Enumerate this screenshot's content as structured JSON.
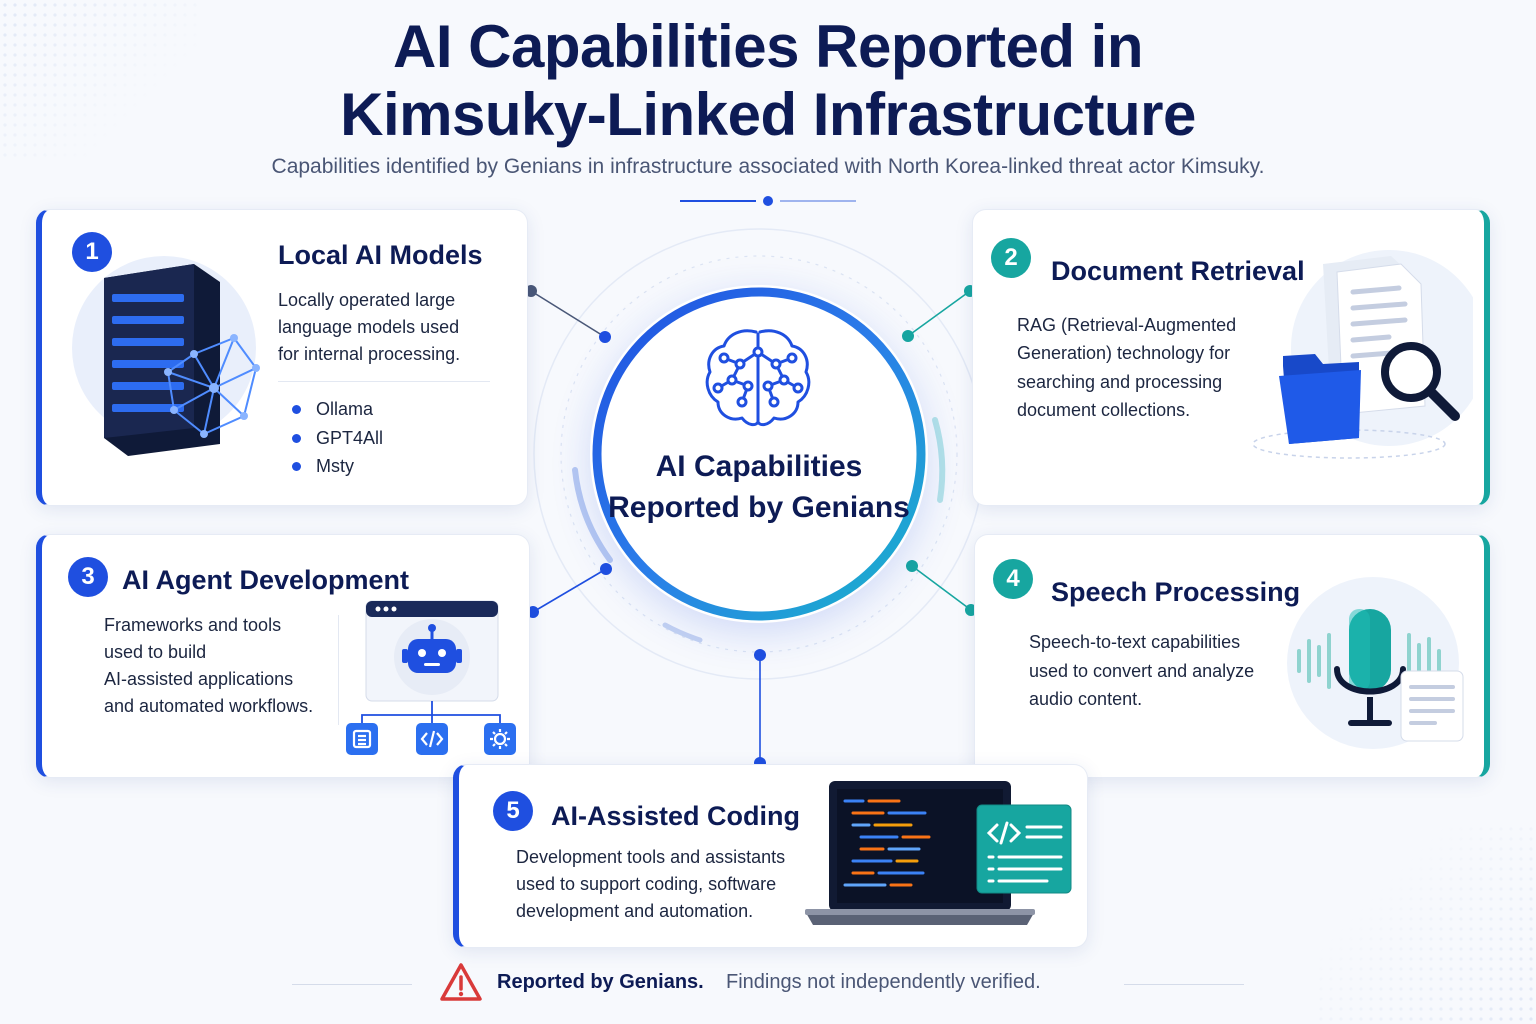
{
  "title": {
    "line1": "AI Capabilities Reported in",
    "line2": "Kimsuky-Linked Infrastructure"
  },
  "subtitle": "Capabilities identified by Genians in infrastructure associated with North Korea-linked threat actor Kimsuky.",
  "center": {
    "label": "AI Capabilities Reported by Genians",
    "icon": "brain-network-icon"
  },
  "cards": [
    {
      "number": "1",
      "title": "Local AI Models",
      "desc_lines": [
        "Locally operated large",
        "language models used",
        "for internal processing."
      ],
      "bullets": [
        "Ollama",
        "GPT4All",
        "Msty"
      ],
      "icon": "server-network-icon"
    },
    {
      "number": "2",
      "title": "Document Retrieval",
      "desc_lines": [
        "RAG (Retrieval-Augmented",
        "Generation) technology for",
        "searching and processing",
        "document collections."
      ],
      "icon": "document-search-icon"
    },
    {
      "number": "3",
      "title": "AI Agent Development",
      "desc_lines": [
        "Frameworks and tools",
        "used to build",
        "AI-assisted applications",
        "and automated workflows."
      ],
      "icon": "robot-window-icon"
    },
    {
      "number": "4",
      "title": "Speech Processing",
      "desc_lines": [
        "Speech-to-text capabilities",
        "used to convert and analyze",
        "audio content."
      ],
      "icon": "microphone-icon"
    },
    {
      "number": "5",
      "title": "AI-Assisted Coding",
      "desc_lines": [
        "Development tools and assistants",
        "used to support coding, software",
        "development and automation."
      ],
      "icon": "laptop-code-icon"
    }
  ],
  "footer": {
    "strong": "Reported by Genians.",
    "note": "Findings not independently verified.",
    "icon": "warning-icon"
  },
  "colors": {
    "primary_blue": "#1f4fe0",
    "teal": "#17a6a0",
    "navy": "#0d1b55",
    "warning_red": "#d93a3a"
  }
}
